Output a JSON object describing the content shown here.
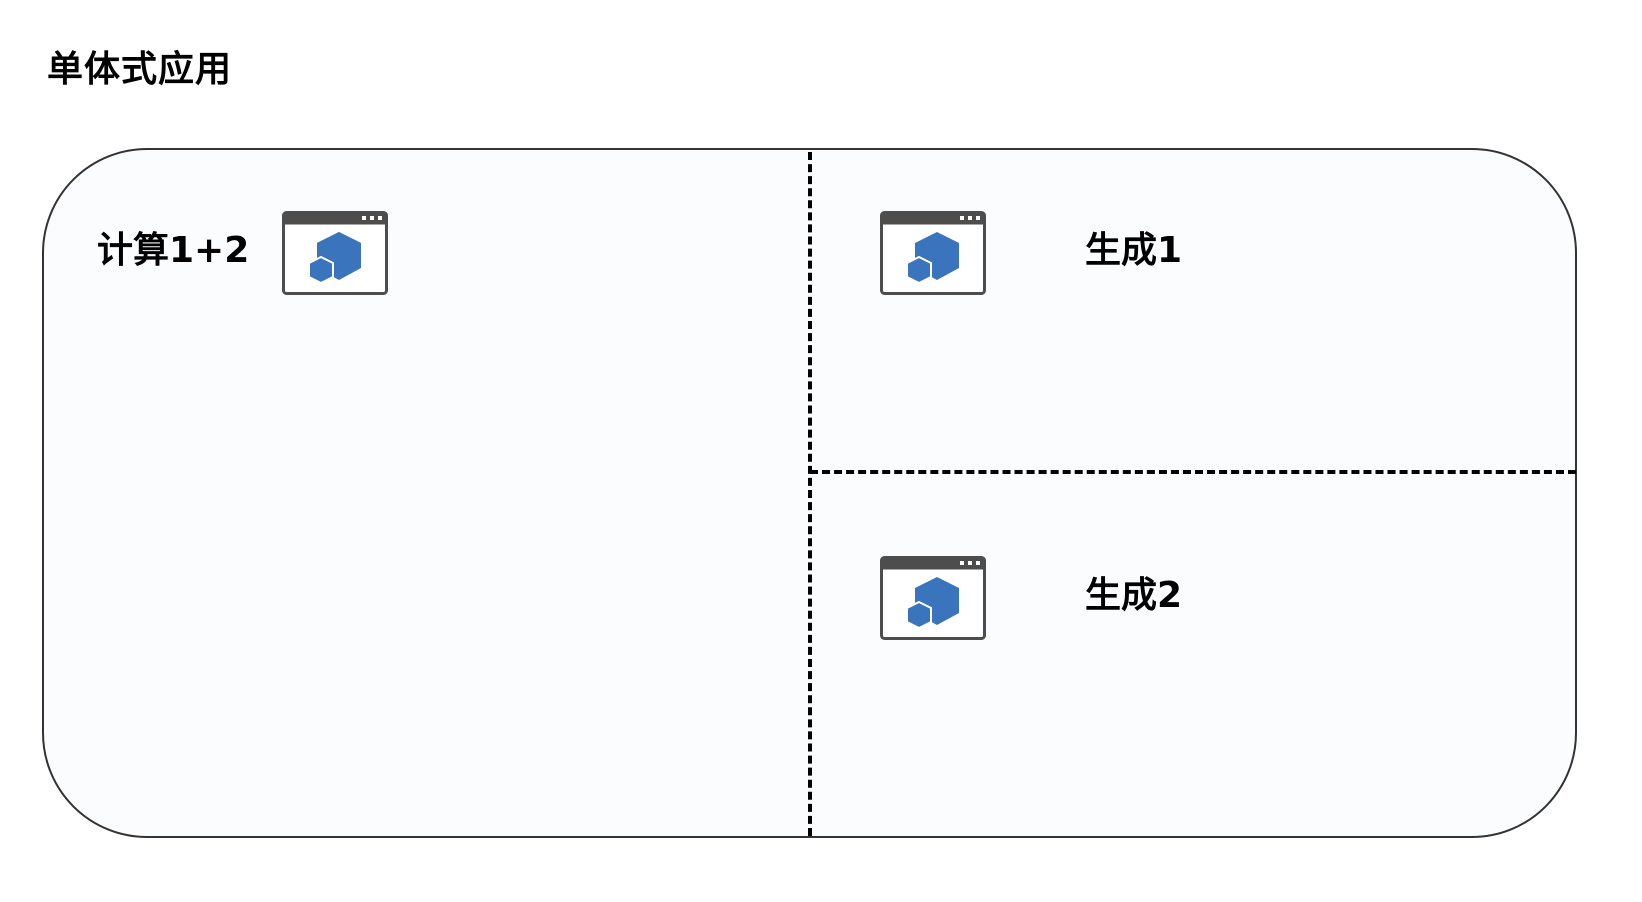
{
  "title": "单体式应用",
  "modules": [
    {
      "label": "计算1+2",
      "icon": "application-icon"
    },
    {
      "label": "生成1",
      "icon": "application-icon"
    },
    {
      "label": "生成2",
      "icon": "application-icon"
    }
  ],
  "colors": {
    "border": "#333333",
    "background": "#fbfcfe",
    "icon_frame": "#4d4d4d",
    "icon_fill": "#3a74bd",
    "divider": "#000000"
  }
}
